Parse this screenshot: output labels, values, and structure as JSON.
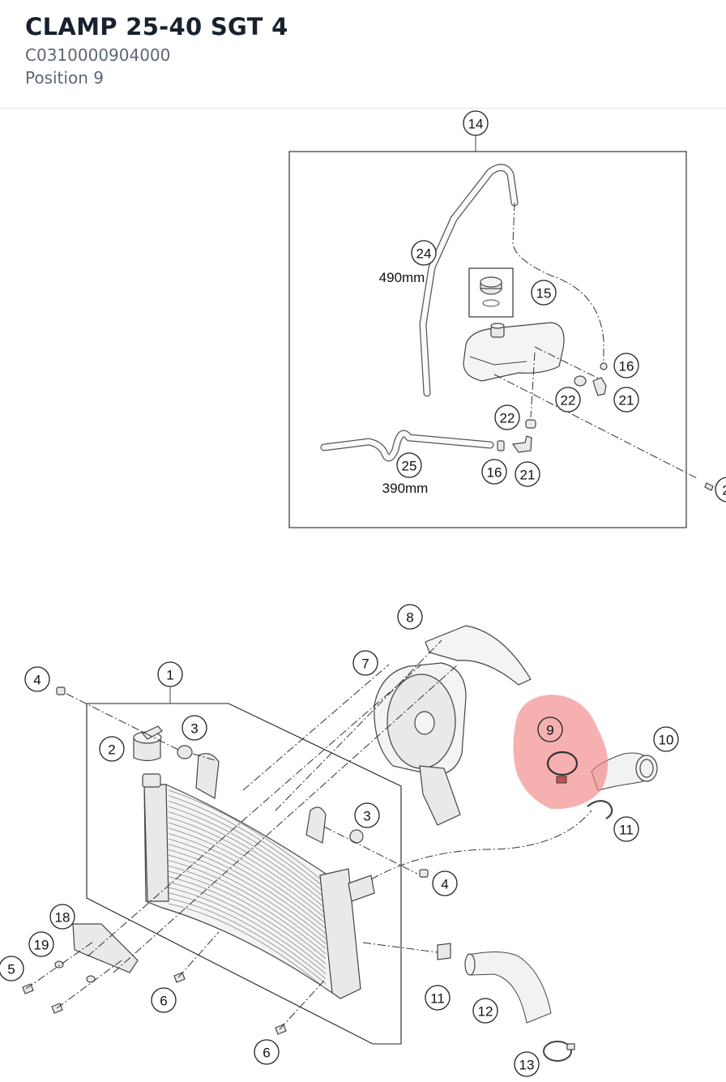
{
  "header": {
    "title": "CLAMP 25-40 SGT 4",
    "part_number": "C0310000904000",
    "position": "Position 9"
  },
  "highlight": {
    "position_label": "9",
    "color": "#f08080"
  },
  "diagram": {
    "callouts": [
      "14",
      "24",
      "15",
      "16",
      "21",
      "22",
      "22",
      "16",
      "21",
      "25",
      "2",
      "8",
      "7",
      "1",
      "4",
      "3",
      "2",
      "9",
      "10",
      "3",
      "11",
      "4",
      "18",
      "19",
      "5",
      "6",
      "11",
      "12",
      "6",
      "13"
    ],
    "length_labels": [
      "490mm",
      "390mm"
    ]
  }
}
